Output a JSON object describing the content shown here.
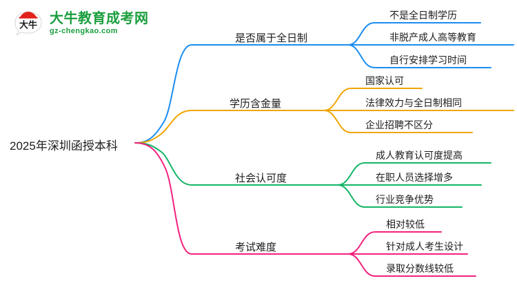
{
  "logo": {
    "name": "daniu-education-logo",
    "title": "大牛教育成考网",
    "subtitle": "gz-chengkao.com",
    "mark_text": "大牛",
    "brand_green": "#1a9e3e",
    "brand_red": "#e3211c"
  },
  "mindmap": {
    "root": {
      "label": "2025年深圳函授本科"
    },
    "branches": [
      {
        "label": "是否属于全日制",
        "color": "#1a8cf0",
        "children": [
          {
            "label": "不是全日制学历"
          },
          {
            "label": "非脱产成人高等教育"
          },
          {
            "label": "自行安排学习时间"
          }
        ]
      },
      {
        "label": "学历含金量",
        "color": "#f0a500",
        "children": [
          {
            "label": "国家认可"
          },
          {
            "label": "法律效力与全日制相同"
          },
          {
            "label": "企业招聘不区分"
          }
        ]
      },
      {
        "label": "社会认可度",
        "color": "#13b566",
        "children": [
          {
            "label": "成人教育认可度提高"
          },
          {
            "label": "在职人员选择增多"
          },
          {
            "label": "行业竞争优势"
          }
        ]
      },
      {
        "label": "考试难度",
        "color": "#f2217e",
        "children": [
          {
            "label": "相对较低"
          },
          {
            "label": "针对成人考生设计"
          },
          {
            "label": "录取分数线较低"
          }
        ]
      }
    ]
  }
}
